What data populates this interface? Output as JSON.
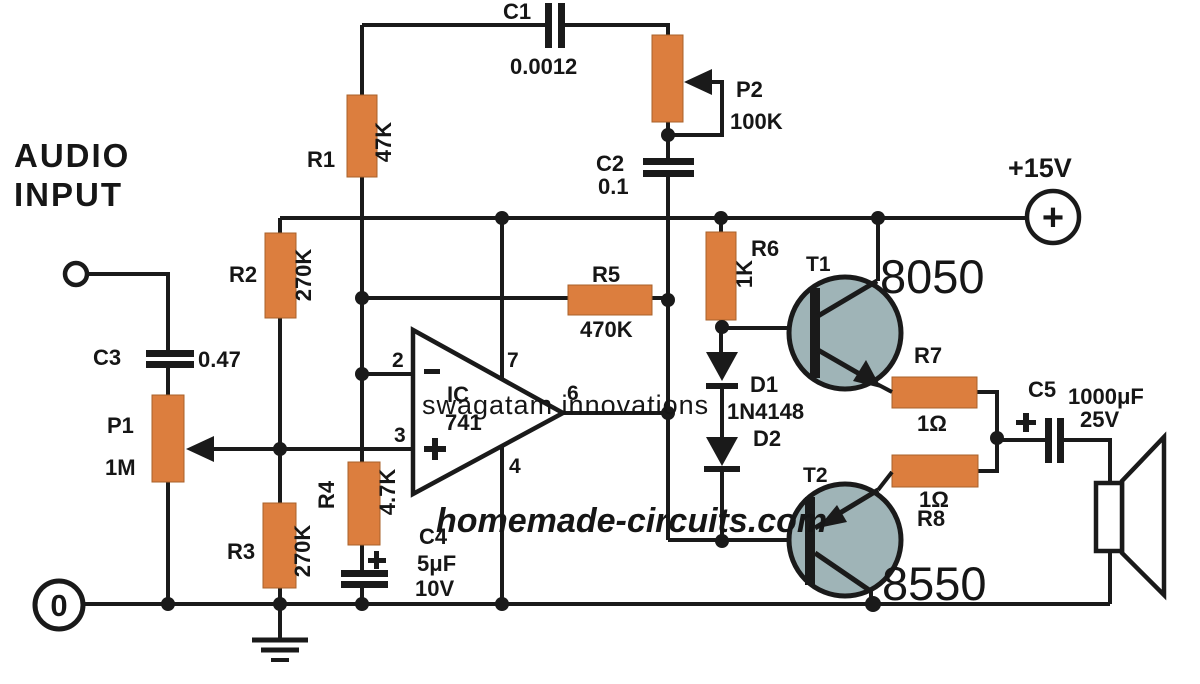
{
  "input_label": {
    "line1": "AUDIO",
    "line2": "INPUT"
  },
  "power": {
    "rail_label": "+15V",
    "plus": "+"
  },
  "ground_terminal": {
    "label": "0"
  },
  "watermarks": {
    "gray": "swagatam innovations",
    "red": "homemade-circuits.com"
  },
  "opamp": {
    "name": "IC",
    "part": "741",
    "pin2": "2",
    "pin3": "3",
    "pin4": "4",
    "pin6": "6",
    "pin7": "7"
  },
  "resistors": {
    "r1": {
      "ref": "R1",
      "value": "47K"
    },
    "r2": {
      "ref": "R2",
      "value": "270K"
    },
    "r3": {
      "ref": "R3",
      "value": "270K"
    },
    "r4": {
      "ref": "R4",
      "value": "4.7K"
    },
    "r5": {
      "ref": "R5",
      "value": "470K"
    },
    "r6": {
      "ref": "R6",
      "value": "1K"
    },
    "r7": {
      "ref": "R7",
      "value": "1Ω"
    },
    "r8": {
      "ref": "R8",
      "value": "1Ω"
    }
  },
  "potentiometers": {
    "p1": {
      "ref": "P1",
      "value": "1M"
    },
    "p2": {
      "ref": "P2",
      "value": "100K"
    }
  },
  "capacitors": {
    "c1": {
      "ref": "C1",
      "value": "0.0012"
    },
    "c2": {
      "ref": "C2",
      "value": "0.1"
    },
    "c3": {
      "ref": "C3",
      "value": "0.47"
    },
    "c4": {
      "ref": "C4",
      "value": "5μF",
      "voltage": "10V"
    },
    "c5": {
      "ref": "C5",
      "value": "1000μF",
      "voltage": "25V"
    }
  },
  "diodes": {
    "d1": {
      "ref": "D1"
    },
    "d2": {
      "ref": "D2"
    },
    "part": "1N4148"
  },
  "transistors": {
    "t1": {
      "ref": "T1",
      "part": "8050"
    },
    "t2": {
      "ref": "T2",
      "part": "8550"
    }
  },
  "colors": {
    "resistor": "#DC7E3E",
    "transistor": "#9FB4B7",
    "wire": "#1a1a1a",
    "gray_watermark": "#ABABAB",
    "red_watermark": "#ED1B24"
  }
}
